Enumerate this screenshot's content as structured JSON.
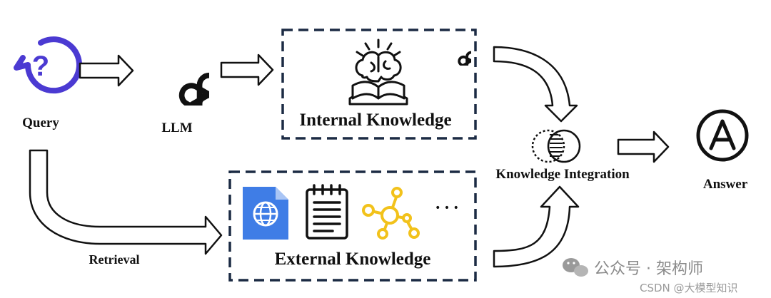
{
  "nodes": {
    "query": "Query",
    "llm": "LLM",
    "internal_knowledge": "Internal Knowledge",
    "external_knowledge": "External Knowledge",
    "knowledge_integration": "Knowledge Integration",
    "answer": "Answer"
  },
  "edges": {
    "retrieval": "Retrieval",
    "ellipsis": "• • •"
  },
  "icons": {
    "query": "question-bubble-icon",
    "llm": "openai-logo-icon",
    "internal": "brain-book-icon",
    "external": [
      "globe-document-icon",
      "notepad-icon",
      "knowledge-graph-icon"
    ],
    "integration": "venn-overlap-icon",
    "answer": "letter-a-circle-icon"
  },
  "colors": {
    "query_icon": "#4b3ad2",
    "globe_doc": "#3f7de6",
    "graph": "#f2c21b",
    "box_border": "#1c2b44"
  },
  "watermark": {
    "wechat": "公众号 · 架构师",
    "csdn": "CSDN @大模型知识"
  }
}
